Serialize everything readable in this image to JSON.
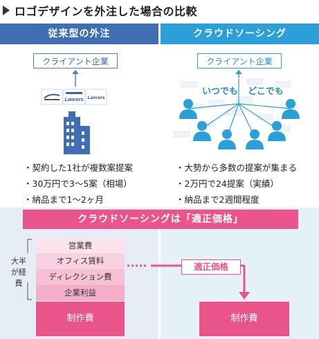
{
  "title": "ロゴデザインを外注した場合の比較",
  "left": {
    "header": "従来型の外注",
    "client": "クライアント企業",
    "vendor_logos": [
      "",
      "Lancers",
      "Lancers"
    ],
    "bullets": [
      "・契約した1社が複数案提案",
      "・30万円で3～5案（相場）",
      "・納品まで1～2ヶ月"
    ]
  },
  "right": {
    "header": "クラウドソーシング",
    "client": "クライアント企業",
    "anytime": "いつでも",
    "anywhere": "どこでも",
    "bullets": [
      "・大勢から多数の提案が集まる",
      "・2万円で24提案（実績）",
      "・納品まで2週間程度"
    ]
  },
  "banner": "クラウドソーシングは「適正価格」",
  "costs": {
    "items": [
      "営業費",
      "オフィス賃料",
      "ディレクション費",
      "企業利益"
    ],
    "production": "制作費",
    "bracket_label": "大半が経費",
    "fair_price": "適正価格",
    "production_right": "制作費"
  },
  "colors": {
    "left_header": "#3f6eb3",
    "right_header": "#2a9fd8",
    "accent": "#e9558a"
  }
}
